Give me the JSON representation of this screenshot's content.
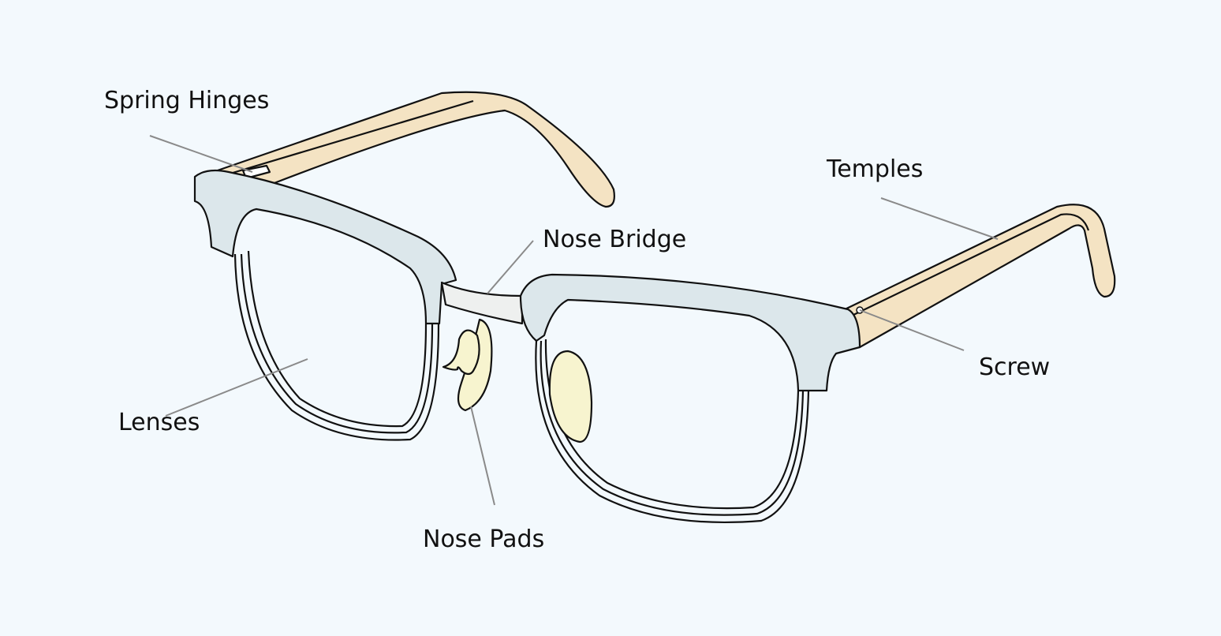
{
  "labels": {
    "spring_hinges": "Spring Hinges",
    "temples": "Temples",
    "nose_bridge": "Nose Bridge",
    "screw": "Screw",
    "lenses": "Lenses",
    "nose_pads": "Nose Pads"
  },
  "colors": {
    "background": "#f3f9fd",
    "frame": "#dce7eb",
    "temple": "#f4e3c3",
    "nose_pad": "#f7f4cf",
    "bridge": "#eef0ef",
    "leader_line": "#8a8a8a"
  }
}
